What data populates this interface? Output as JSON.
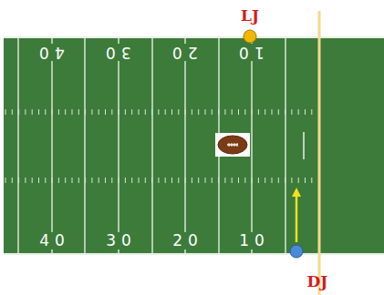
{
  "diagram": {
    "labels": [
      "40",
      "30",
      "20",
      "10",
      "LJ",
      "40",
      "30",
      "20",
      "10",
      "DJ"
    ]
  }
}
